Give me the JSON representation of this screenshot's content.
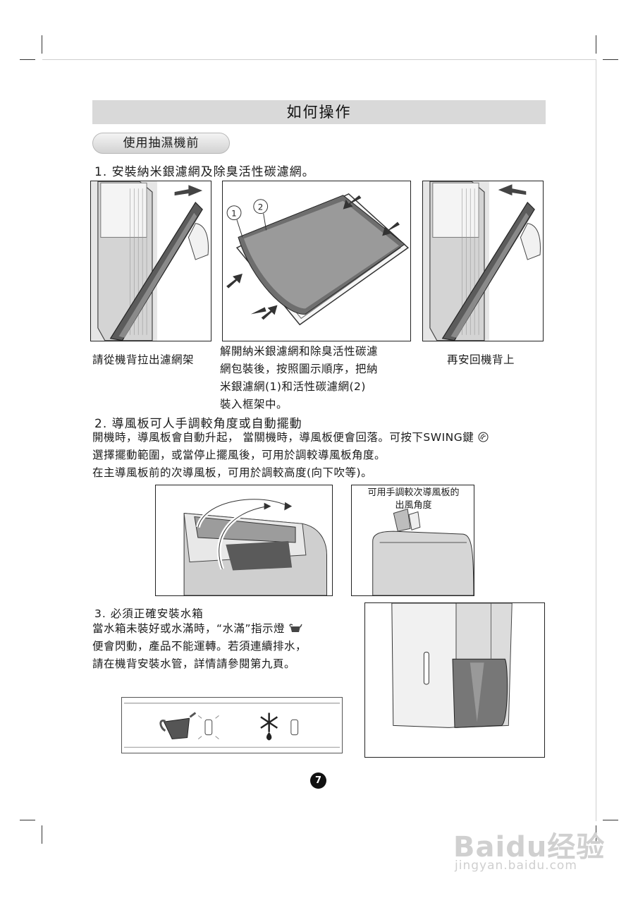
{
  "page": {
    "title": "如何操作",
    "section_pill": "使用抽濕機前",
    "page_number": "7"
  },
  "step1": {
    "heading": "1. 安裝納米銀濾網及除臭活性碳濾網。",
    "caption_left": "請從機背拉出濾網架",
    "caption_middle": [
      "解開納米銀濾網和除臭活性碳濾",
      "網包裝後，按照圖示順序，把納",
      "米銀濾網(1)和活性碳濾網(2)",
      "裝入框架中。"
    ],
    "caption_right": "再安回機背上",
    "callout_1": "1",
    "callout_2": "2"
  },
  "step2": {
    "heading": "2. 導風板可人手調較角度或自動擺動",
    "lines": [
      "開機時，導風板會自動升起， 當關機時，導風板便會回落。可按下SWING鍵",
      "選擇擺動範圍，或當停止擺風後，可用於調較導風板角度。",
      "在主導風板前的次導風板，可用於調較高度(向下吹等)。"
    ],
    "figure_caption": [
      "可用手調較次導風板的",
      "出風角度"
    ]
  },
  "step3": {
    "heading": "3. 必須正確安裝水箱",
    "lines": [
      "當水箱未裝好或水滿時，“水滿”指示燈",
      "便會閃動，產品不能運轉。若須連續排水，",
      "請在機背安裝水管，詳情請參閱第九頁。"
    ]
  },
  "watermark": {
    "brand": "Baidu经验",
    "url": "jingyan.baidu.com"
  },
  "icons": [
    "swing-icon",
    "water-full-icon",
    "defrost-icon",
    "arrow-icon"
  ],
  "colors": {
    "title_bar": "#d9d9d9",
    "ink": "#1a1a1a",
    "filter_gray": "#7d7d7d"
  }
}
